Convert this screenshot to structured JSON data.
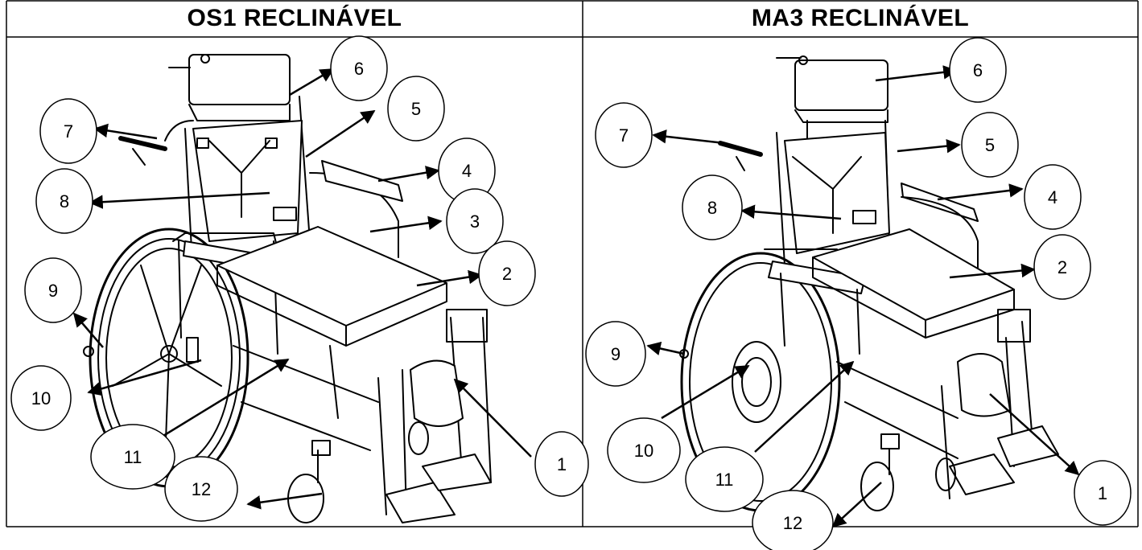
{
  "panels": [
    {
      "title": "OS1 RECLINÁVEL",
      "callouts": [
        {
          "id": "1",
          "label": "1"
        },
        {
          "id": "2",
          "label": "2"
        },
        {
          "id": "3",
          "label": "3"
        },
        {
          "id": "4",
          "label": "4"
        },
        {
          "id": "5",
          "label": "5"
        },
        {
          "id": "6",
          "label": "6"
        },
        {
          "id": "7",
          "label": "7"
        },
        {
          "id": "8",
          "label": "8"
        },
        {
          "id": "9",
          "label": "9"
        },
        {
          "id": "10",
          "label": "10"
        },
        {
          "id": "11",
          "label": "11"
        },
        {
          "id": "12",
          "label": "12"
        }
      ]
    },
    {
      "title": "MA3 RECLINÁVEL",
      "callouts": [
        {
          "id": "1",
          "label": "1"
        },
        {
          "id": "2",
          "label": "2"
        },
        {
          "id": "4",
          "label": "4"
        },
        {
          "id": "5",
          "label": "5"
        },
        {
          "id": "6",
          "label": "6"
        },
        {
          "id": "7",
          "label": "7"
        },
        {
          "id": "8",
          "label": "8"
        },
        {
          "id": "9",
          "label": "9"
        },
        {
          "id": "10",
          "label": "10"
        },
        {
          "id": "11",
          "label": "11"
        },
        {
          "id": "12",
          "label": "12"
        }
      ]
    }
  ]
}
